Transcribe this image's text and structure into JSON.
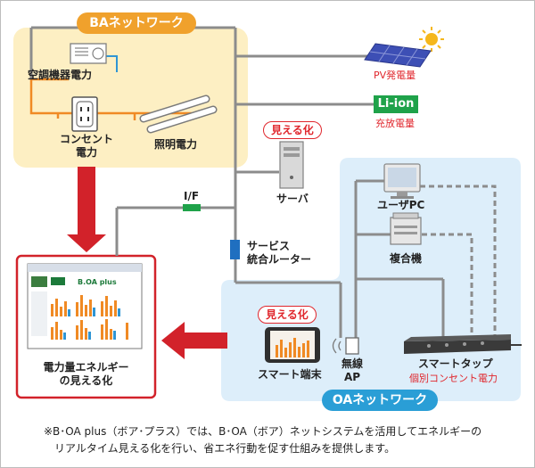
{
  "ba_network": {
    "title": "BAネットワーク",
    "hvac": "空調機器電力",
    "outlet_line1": "コンセント",
    "outlet_line2": "電力",
    "lighting": "照明電力"
  },
  "generation": {
    "pv": "PV発電量",
    "liion_badge": "Li-ion",
    "liion": "充放電量"
  },
  "server": {
    "badge": "見える化",
    "label": "サーバ"
  },
  "interface": {
    "label": "I/F"
  },
  "router": {
    "line1": "サービス",
    "line2": "統合ルーター"
  },
  "oa_network": {
    "title": "OAネットワーク",
    "user_pc": "ユーザPC",
    "multifunction": "複合機",
    "badge": "見える化",
    "smart_terminal": "スマート端末",
    "wireless_line1": "無線",
    "wireless_line2": "AP",
    "smart_tap": "スマートタップ",
    "smart_tap_sub": "個別コンセント電力"
  },
  "energy_view": {
    "line1": "電力量エネルギー",
    "line2": "の見える化",
    "screen_logo": "B.OA plus"
  },
  "footnote": {
    "line1": "※B･OA plus（ボア･プラス）では、B･OA（ボア）ネットシステムを活用してエネルギーの",
    "line2": "リアルタイム見える化を行い、省エネ行動を促す仕組みを提供します。"
  },
  "colors": {
    "ba_bg": "#fdefc3",
    "ba_title": "#f0a12c",
    "oa_bg": "#ddeefa",
    "oa_title": "#2a9ed6",
    "accent_red": "#e0262c",
    "line_gray": "#8c8c8c",
    "ba_orange": "#f08a24",
    "ba_blue": "#2f95d4",
    "green": "#1fa24a"
  }
}
